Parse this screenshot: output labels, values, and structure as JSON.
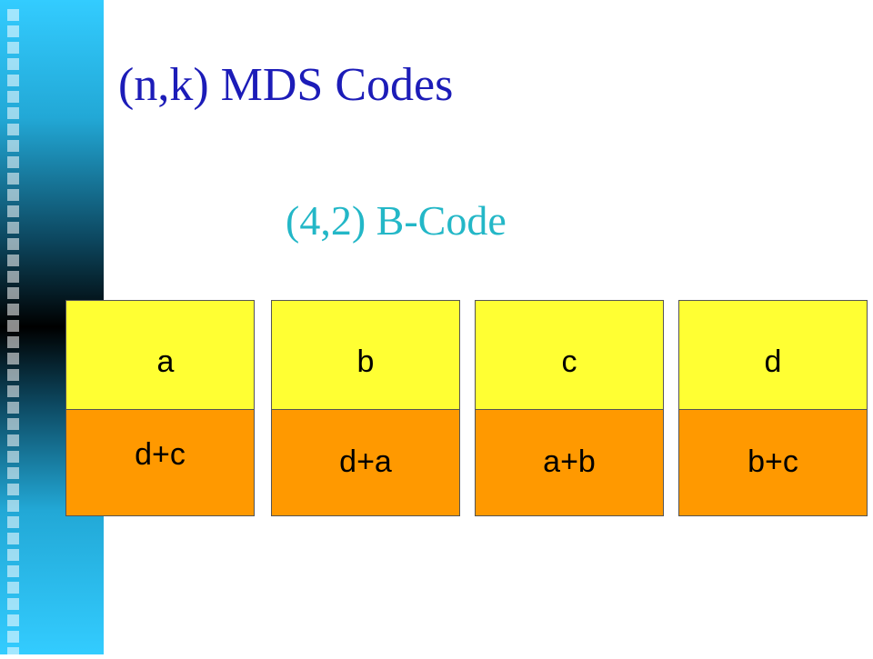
{
  "slide": {
    "title": "(n,k) MDS Codes",
    "subtitle": "(4,2) B-Code"
  },
  "blocks": [
    {
      "data": "a",
      "parity": "d+c"
    },
    {
      "data": "b",
      "parity": "d+a"
    },
    {
      "data": "c",
      "parity": "a+b"
    },
    {
      "data": "d",
      "parity": "b+c"
    }
  ],
  "colors": {
    "title": "#1c1cb8",
    "subtitle": "#23b7c7",
    "data_cell": "#ffff33",
    "parity_cell": "#ff9900"
  }
}
